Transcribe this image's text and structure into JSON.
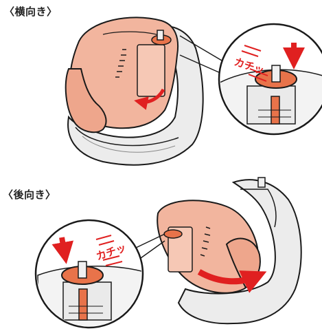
{
  "section_labels": {
    "side": "〈横向き〉",
    "rear": "〈後向き〉"
  },
  "callouts": {
    "click_sound_top": "カチッ",
    "click_sound_bottom": "カチッ"
  },
  "colors": {
    "seat": "#f2b59e",
    "seat_shade": "#e29a80",
    "base": "#e6e6e6",
    "knob": "#e8734a",
    "arrow": "#e02020",
    "outline": "#1a1a1a"
  }
}
